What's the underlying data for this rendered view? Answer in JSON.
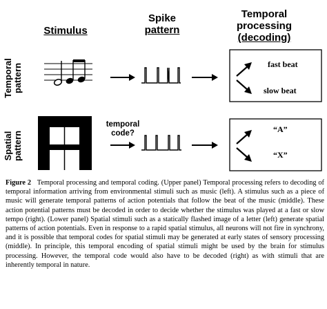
{
  "headers": {
    "stimulus": "Stimulus",
    "spike_line1": "Spike",
    "spike_line2": "pattern",
    "temporal_line1": "Temporal",
    "temporal_line2": "processing",
    "temporal_line3": "(decoding)"
  },
  "rows": {
    "temporal_line1": "Temporal",
    "temporal_line2": "pattern",
    "spatial_line1": "Spatial",
    "spatial_line2": "pattern"
  },
  "labels": {
    "fast_beat": "fast beat",
    "slow_beat": "slow beat",
    "letter_a": "“A”",
    "letter_x": "“X”",
    "temporal_code_line1": "temporal",
    "temporal_code_line2": "code?"
  },
  "caption": {
    "figure_label": "Figure 2",
    "text": "Temporal processing and temporal coding. (Upper panel) Temporal processing refers to decoding of temporal information arriving from environmental stimuli such as music (left). A stimulus such as a piece of music will generate temporal patterns of action potentials that follow the beat of the music (middle). These action potential patterns must be decoded in order to decide whether the stimulus was played at a fast or slow tempo (right). (Lower panel) Spatial stimuli such as a statically flashed image of a letter (left) generate spatial patterns of action potentials. Even in response to a rapid spatial stimulus, all neurons will not fire in synchrony, and it is possible that temporal codes for spatial stimuli may be generated at early states of sensory processing (middle). In principle, this temporal encoding of spatial stimuli might be used by the brain for stimulus processing. However, the temporal code would also have to be decoded (right) as with stimuli that are inherently temporal in nature."
  }
}
